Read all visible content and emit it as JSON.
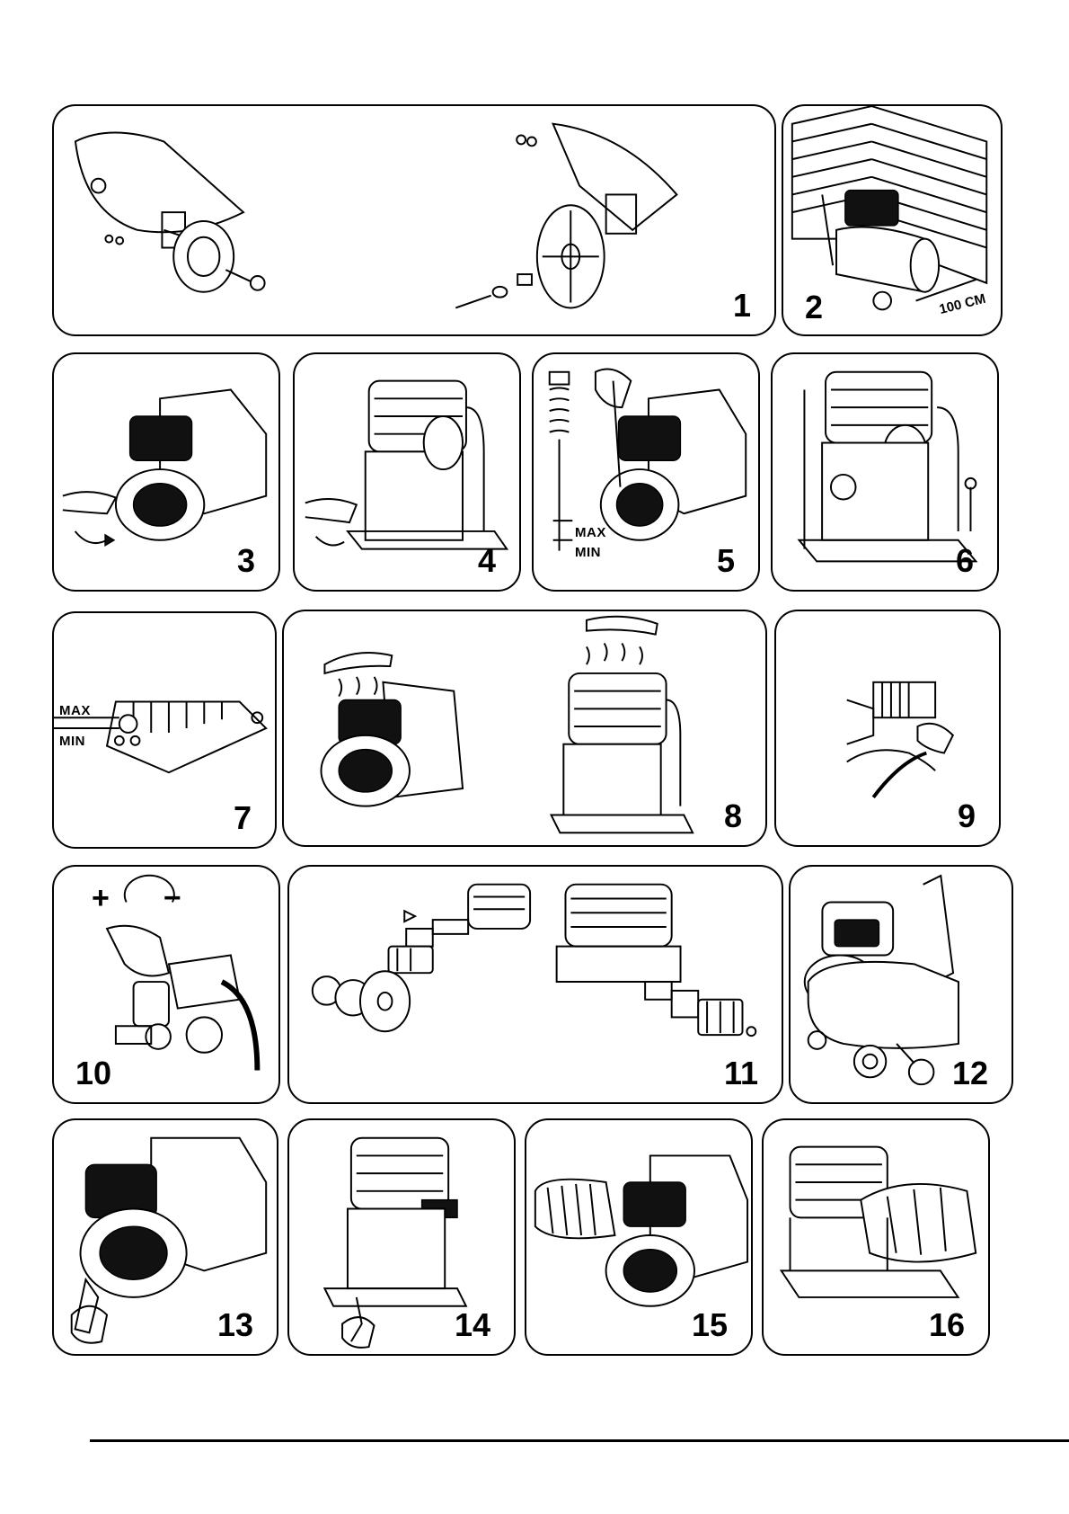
{
  "figures": [
    {
      "id": "f1",
      "label": "1"
    },
    {
      "id": "f2",
      "label": "2",
      "distance": "100 CM"
    },
    {
      "id": "f3",
      "label": "3"
    },
    {
      "id": "f4",
      "label": "4"
    },
    {
      "id": "f5",
      "label": "5",
      "max": "MAX",
      "min": "MIN"
    },
    {
      "id": "f6",
      "label": "6"
    },
    {
      "id": "f7",
      "label": "7",
      "max": "MAX",
      "min": "MIN"
    },
    {
      "id": "f8",
      "label": "8"
    },
    {
      "id": "f9",
      "label": "9"
    },
    {
      "id": "f10",
      "label": "10",
      "plus": "+",
      "minus": "−"
    },
    {
      "id": "f11",
      "label": "11"
    },
    {
      "id": "f12",
      "label": "12"
    },
    {
      "id": "f13",
      "label": "13"
    },
    {
      "id": "f14",
      "label": "14"
    },
    {
      "id": "f15",
      "label": "15"
    },
    {
      "id": "f16",
      "label": "16"
    }
  ],
  "icons": [
    "hot-surface-warning-icon",
    "general-warning-icon"
  ]
}
